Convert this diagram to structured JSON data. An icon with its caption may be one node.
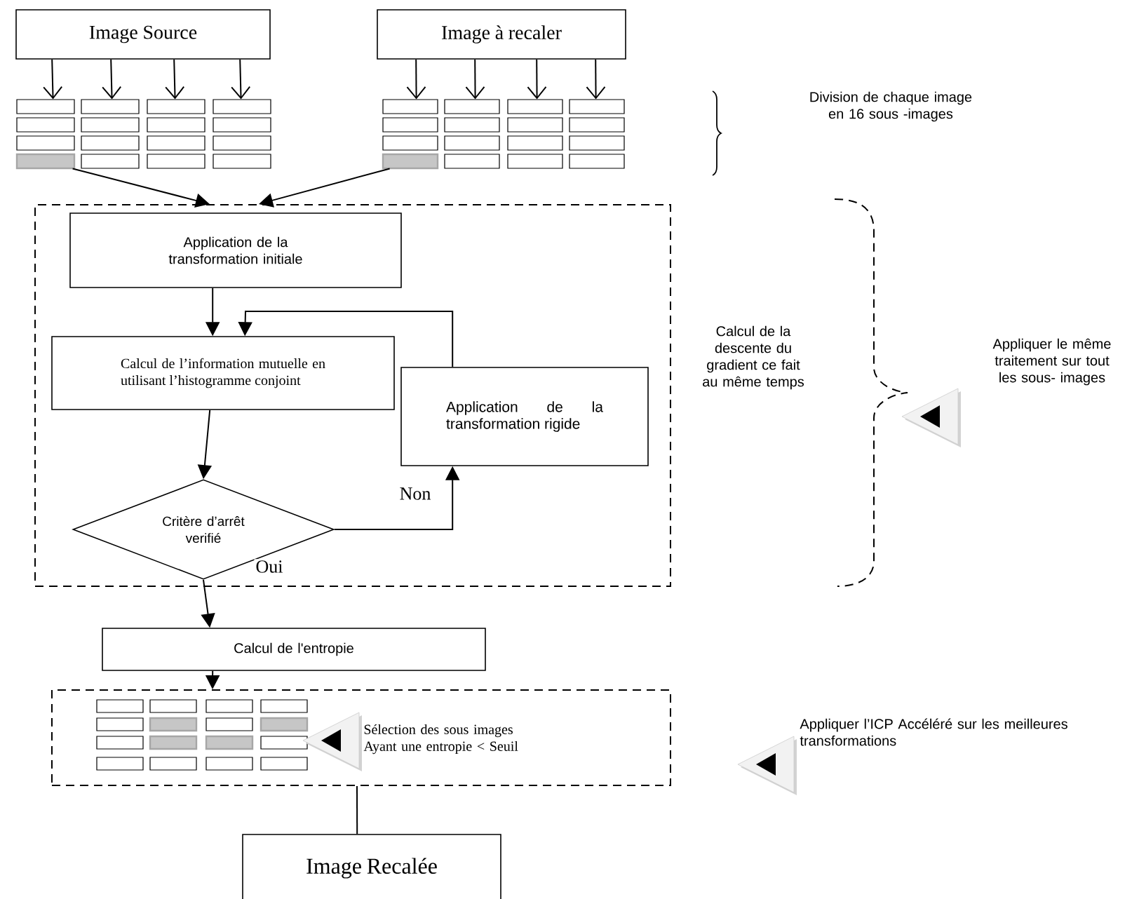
{
  "diagram": {
    "nodes": [
      {
        "text": [
          "Image Source"
        ]
      },
      {
        "text": [
          "Image à recaler"
        ]
      },
      {
        "text": [],
        "shape": "grid"
      },
      {
        "text": [],
        "shape": "grid"
      },
      {
        "text": [],
        "shape": "box"
      },
      {
        "text": [
          "Application de la transformation initiale"
        ],
        "in": 4
      },
      {
        "text": [
          "Calcul de l’information mutuelle en utilisant l’histogramme conjoint"
        ],
        "in": 4
      },
      {
        "text": [
          "Application de la transformation rigide"
        ],
        "in": 4
      },
      {
        "text": [
          "Critère d’arrêt verifié"
        ],
        "in": 4
      },
      {
        "text": [
          "Calcul de l'entropie"
        ]
      },
      {
        "text": [
          "Sélection des sous images Ayant une entropie < Seuil"
        ]
      },
      {
        "text": [
          "Image Recalée"
        ]
      }
    ],
    "edges": [
      {
        "from": 0,
        "to": 2,
        "arrow": "to"
      },
      {
        "from": 0,
        "to": 2,
        "arrow": "to"
      },
      {
        "from": 0,
        "to": 2,
        "arrow": "to"
      },
      {
        "from": 0,
        "to": 2,
        "arrow": "to"
      },
      {
        "from": 1,
        "to": 3,
        "arrow": "to"
      },
      {
        "from": 1,
        "to": 3,
        "arrow": "to"
      },
      {
        "from": 1,
        "to": 3,
        "arrow": "to"
      },
      {
        "from": 1,
        "to": 3,
        "arrow": "to"
      },
      {
        "from": 2,
        "to": 4,
        "arrow": "to"
      },
      {
        "from": 3,
        "to": 4,
        "arrow": "to"
      },
      {
        "from": 5,
        "to": 6,
        "arrow": "to"
      },
      {
        "from": 7,
        "to": 6,
        "arrow": "to"
      },
      {
        "from": 6,
        "to": 8,
        "arrow": "to"
      },
      {
        "from": 8,
        "to": 7,
        "arrow": "to",
        "label": "Non"
      },
      {
        "from": 8,
        "to": 9,
        "arrow": "to",
        "label": "Oui"
      },
      {
        "from": 9,
        "to": 10,
        "arrow": "to"
      },
      {
        "from": 10,
        "to": 11,
        "arrow": "none"
      }
    ],
    "labels": [
      "Division de chaque image en 16 sous -images",
      "Calcul de la descente du gradient ce fait au même temps",
      "Appliquer le même traitement sur tout les sous- images",
      "Appliquer l’ICP Accéléré sur les meilleures transformations"
    ]
  }
}
